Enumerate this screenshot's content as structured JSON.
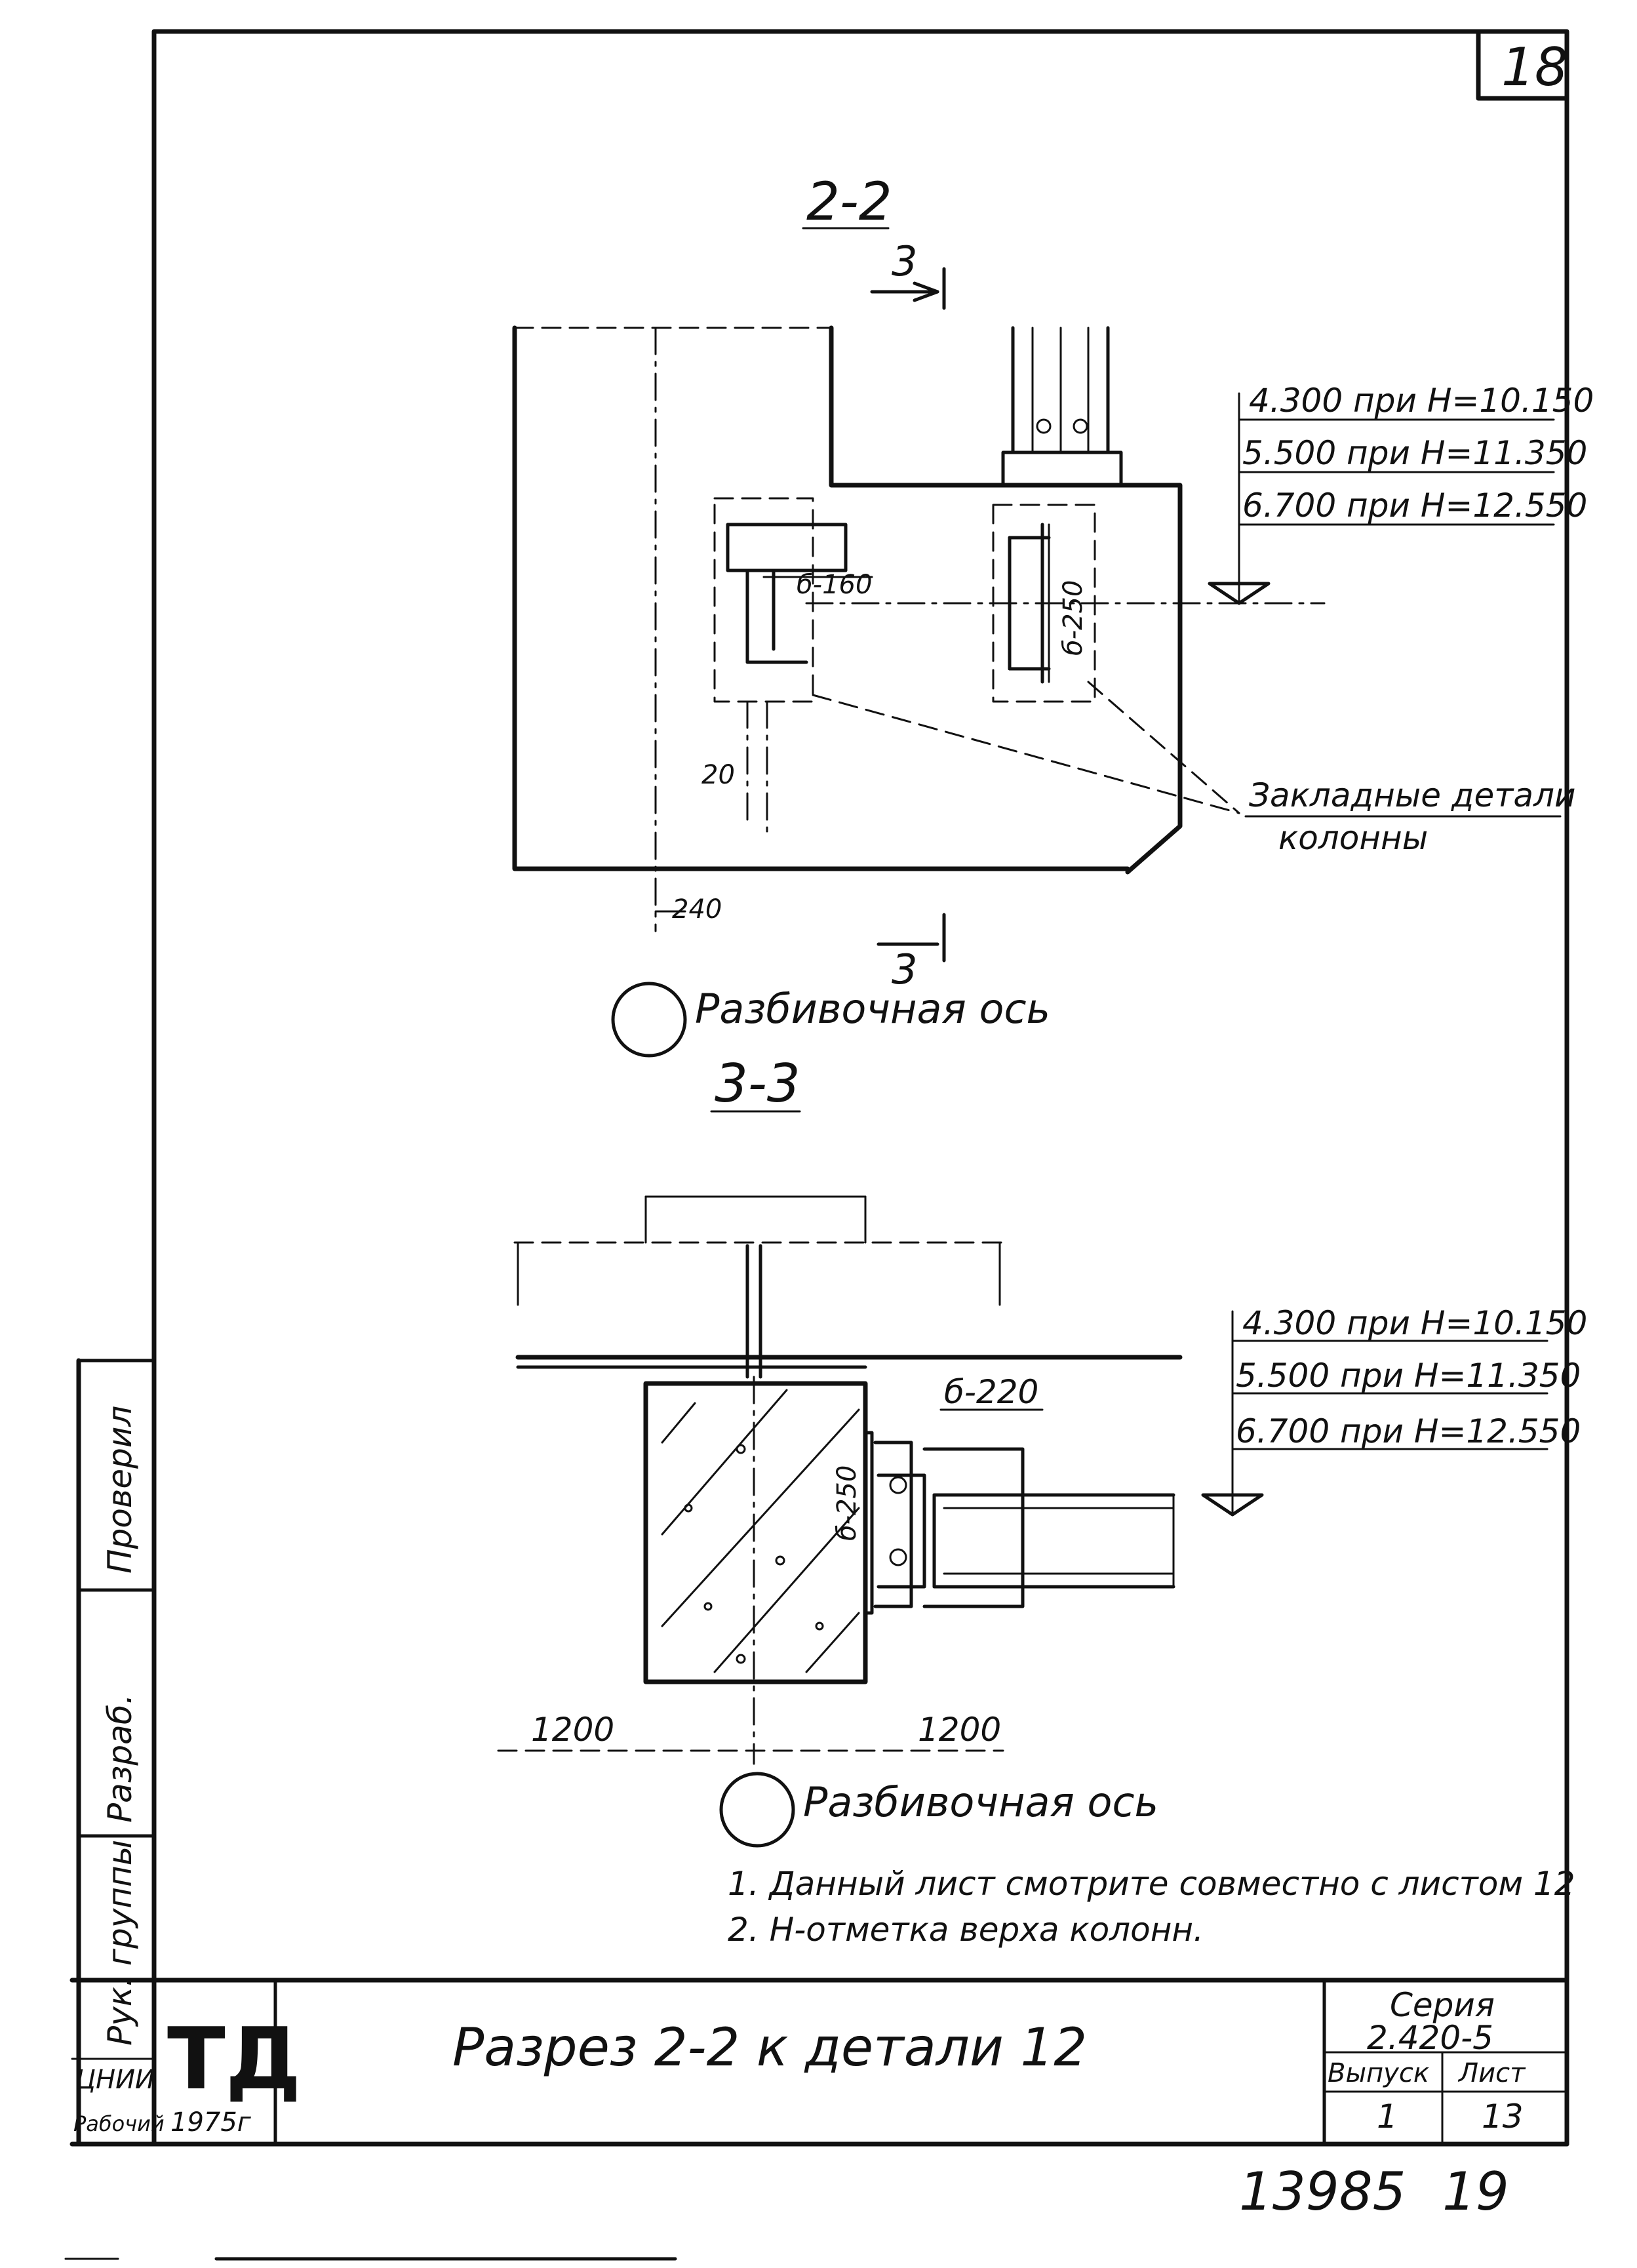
{
  "sheet": {
    "page_number": "18",
    "stamp_bottom_left": "13985",
    "stamp_bottom_right": "19"
  },
  "section_2_2": {
    "title": "2-2",
    "cut_mark_top": "3",
    "cut_mark_bottom": "3",
    "dim_plate_left": "б-160",
    "dim_plate_right": "б-250",
    "dim_20": "20",
    "dim_240": "240",
    "elevations": [
      "4.300 при H=10.150",
      "5.500 при H=11.350",
      "6.700 при H=12.550"
    ],
    "callout": [
      "Закладные детали",
      "колонны"
    ],
    "axis_label": "Разбивочная ось"
  },
  "section_3_3": {
    "title": "3-3",
    "dim_plate_top": "б-220",
    "dim_plate_side": "б-250",
    "dim_left": "1200",
    "dim_right": "1200",
    "elevations": [
      "4.300 при H=10.150",
      "5.500 при H=11.350",
      "6.700 при H=12.550"
    ],
    "axis_label": "Разбивочная ось"
  },
  "notes": [
    "1. Данный лист смотрите совместно с листом 12",
    "2. H-отметка верха колонн."
  ],
  "side_strip": [
    "Проверил",
    "Разраб.",
    "Рук. группы"
  ],
  "title_block": {
    "logo": "ТД",
    "year": "1975г",
    "left_col": [
      "ЦНИИ",
      "Рабочий"
    ],
    "title": "Разрез 2-2 к детали 12",
    "series_label": "Серия",
    "series_value": "2.420-5",
    "issue_label": "Выпуск",
    "issue_value": "1",
    "sheet_label": "Лист",
    "sheet_value": "13"
  }
}
